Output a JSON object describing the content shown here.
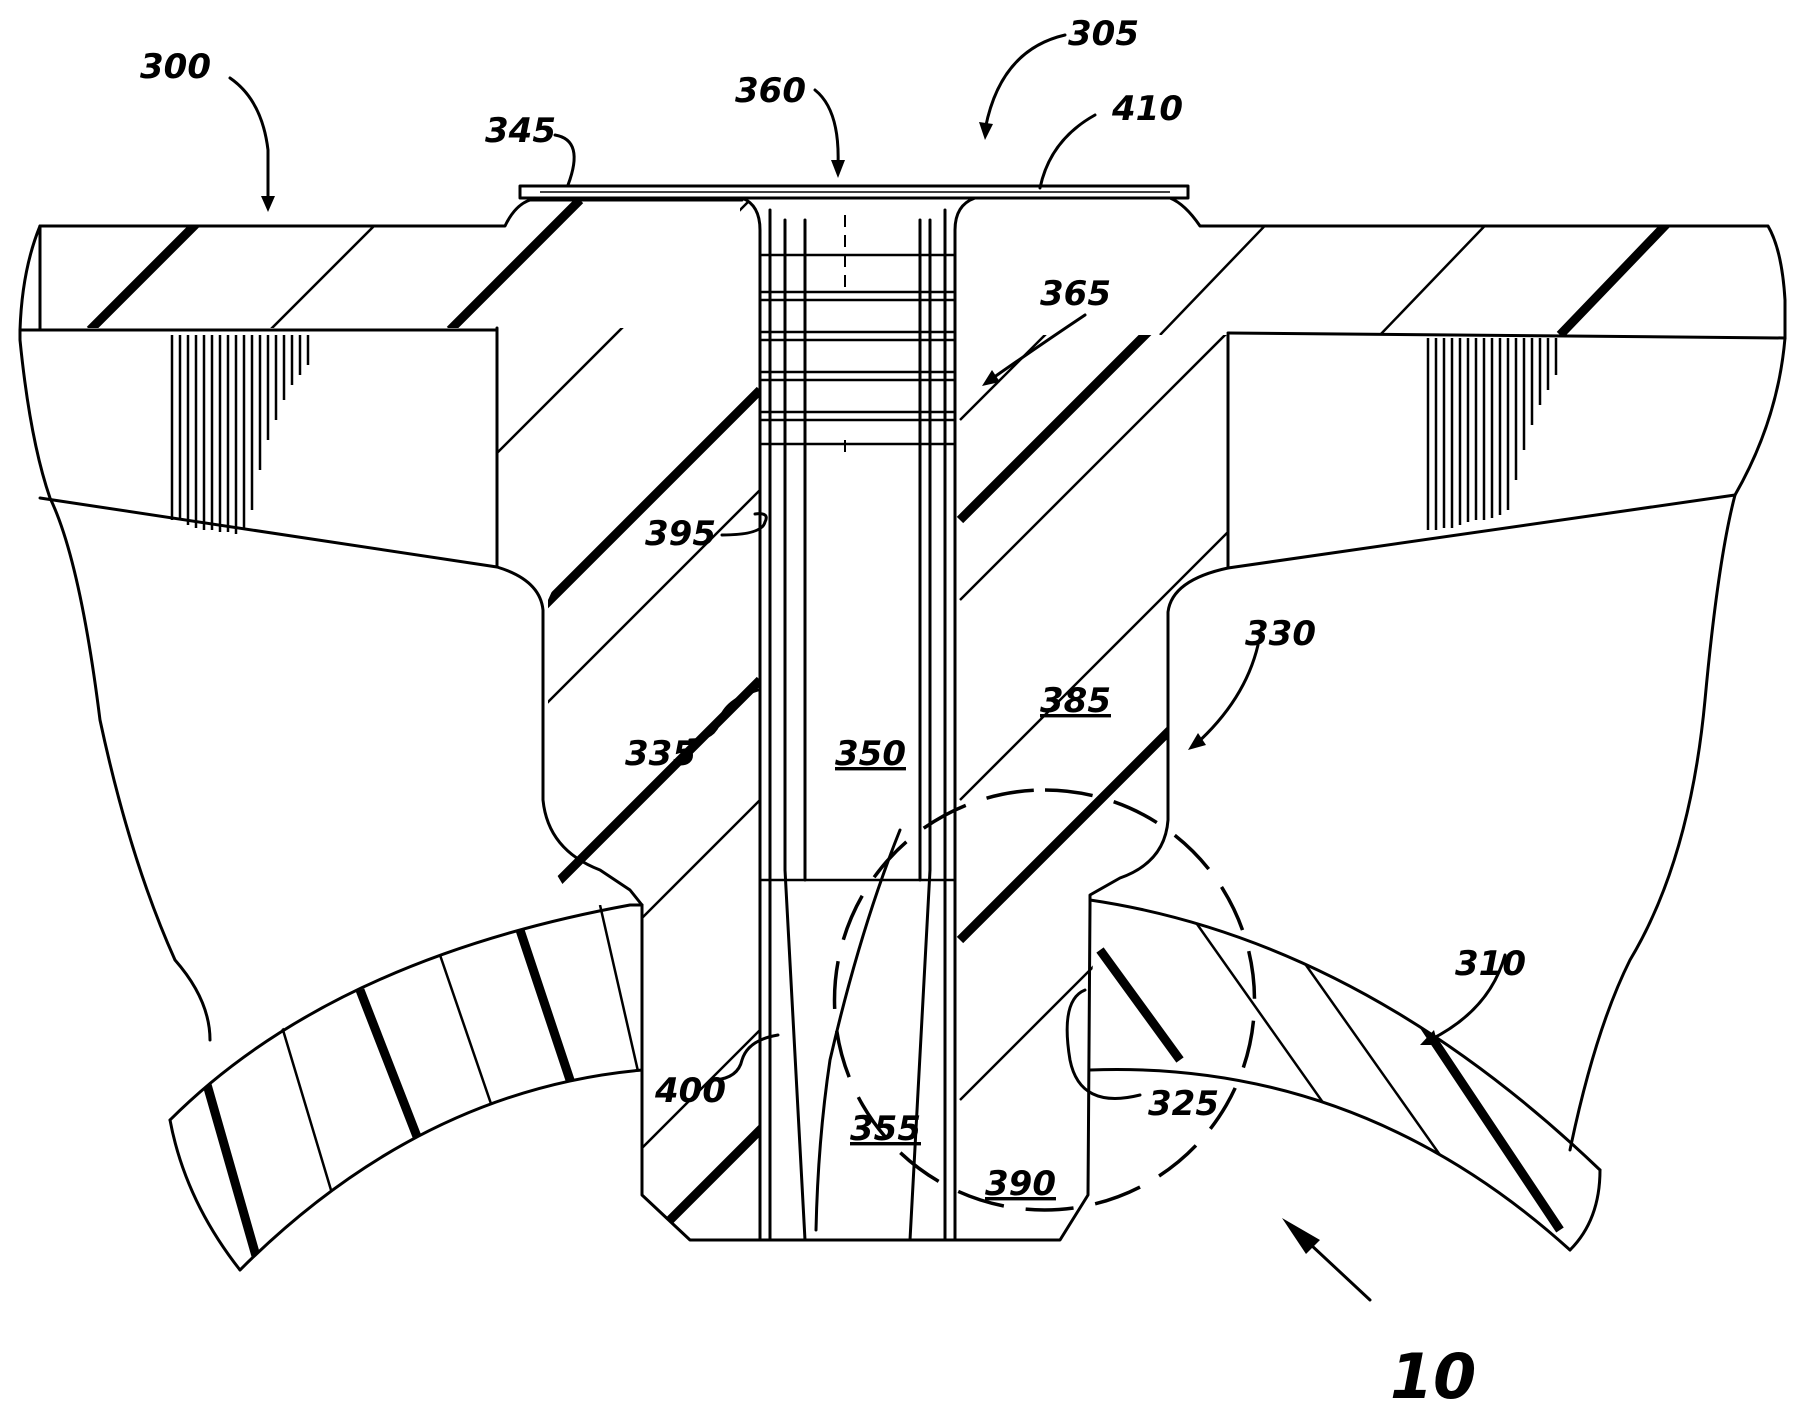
{
  "labels": {
    "l300": "300",
    "l305": "305",
    "l345": "345",
    "l360": "360",
    "l410": "410",
    "l365": "365",
    "l395": "395",
    "l330": "330",
    "l335": "335",
    "l350": "350",
    "l385": "385",
    "l310": "310",
    "l400": "400",
    "l355": "355",
    "l325": "325",
    "l390": "390",
    "l10": "10"
  }
}
